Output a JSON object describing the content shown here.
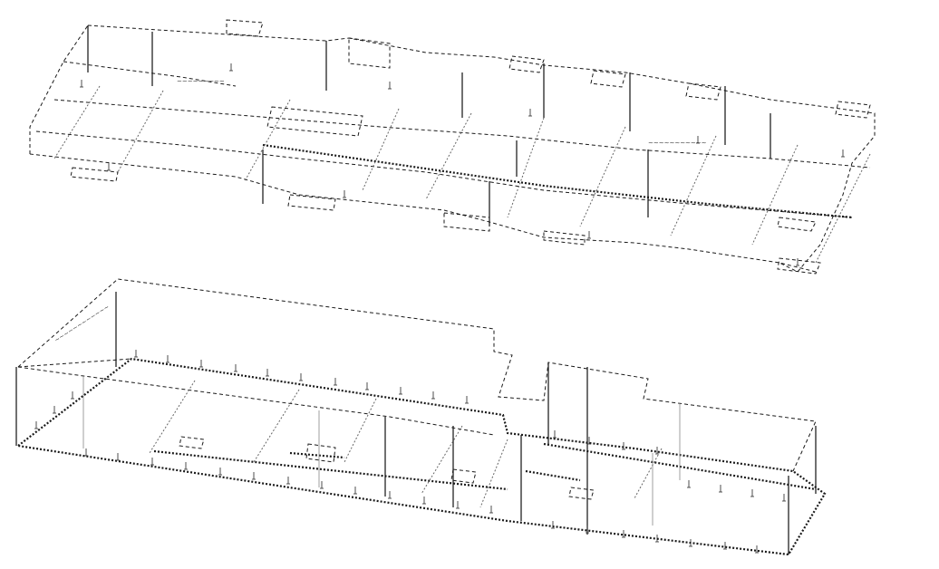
{
  "drawing": {
    "background": "#ffffff",
    "stroke_color": "#1a1a1a",
    "line_style": "dashed isometric wireframe",
    "upper_view": "upper isometric floor plan",
    "lower_view": "lower isometric floor plan"
  }
}
